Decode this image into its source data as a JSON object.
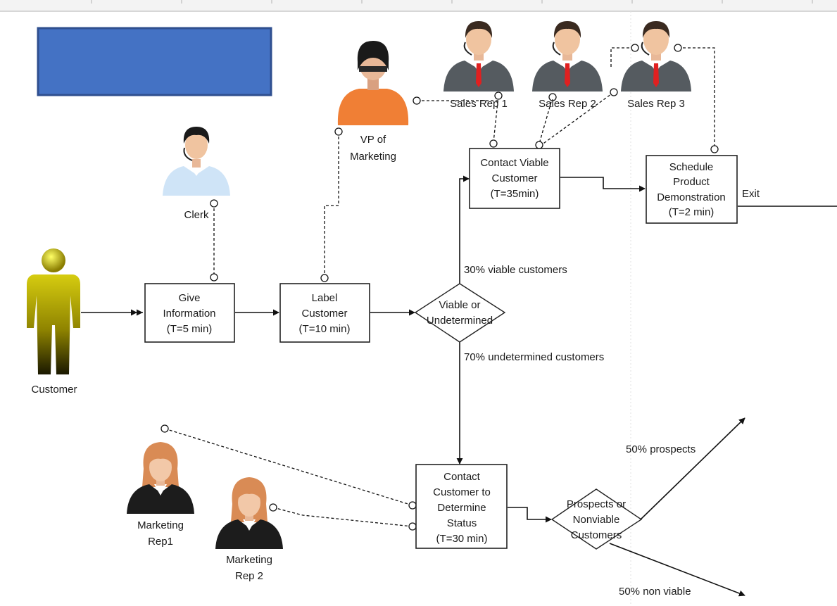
{
  "colors": {
    "title_box": "#4472c4",
    "title_box_border": "#2f4f8f",
    "vp_shirt": "#f07f35",
    "clerk_shirt": "#cfe4f7",
    "suit": "#555b60",
    "tie": "#e02020",
    "customer_body": "#c8bd00",
    "marketing_jacket": "#1c1c1c",
    "marketing_hair": "#d98b55"
  },
  "actors": {
    "customer": "Customer",
    "clerk": "Clerk",
    "vp": [
      "VP of",
      "Marketing"
    ],
    "sales1": "Sales Rep 1",
    "sales2": "Sales Rep 2",
    "sales3": "Sales Rep 3",
    "mrep1": [
      "Marketing",
      "Rep1"
    ],
    "mrep2": [
      "Marketing",
      "Rep 2"
    ]
  },
  "steps": {
    "give_info": [
      "Give",
      "Information",
      "(T=5 min)"
    ],
    "label_customer": [
      "Label",
      "Customer",
      "(T=10 min)"
    ],
    "contact_viable": [
      "Contact Viable",
      "Customer",
      "(T=35min)"
    ],
    "schedule_demo": [
      "Schedule",
      "Product",
      "Demonstration",
      "(T=2 min)"
    ],
    "contact_determine": [
      "Contact",
      "Customer to",
      "Determine",
      "Status",
      "(T=30 min)"
    ]
  },
  "decisions": {
    "viable": [
      "Viable or",
      "Undetermined"
    ],
    "prospects": [
      "Prospects or",
      "Nonviable",
      "Customers"
    ]
  },
  "flow_labels": {
    "viable_pct": "30% viable customers",
    "undetermined_pct": "70% undetermined customers",
    "prospects_pct": "50% prospects",
    "nonviable_pct": "50% non viable",
    "exit": "Exit"
  }
}
